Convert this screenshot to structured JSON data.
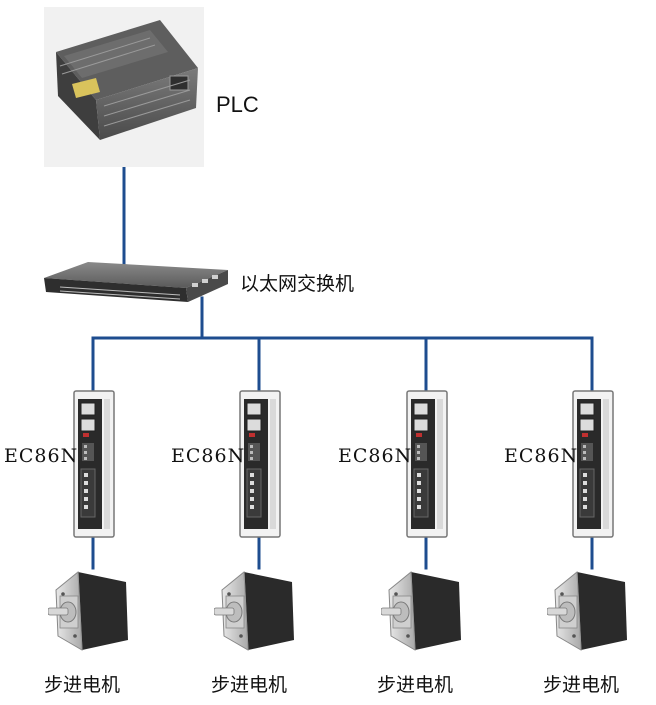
{
  "labels": {
    "plc": "PLC",
    "switch": "以太网交换机",
    "driver": "EC86N",
    "motor": "步进电机"
  },
  "colors": {
    "cable": "#1e4d8f",
    "device_dark": "#3c3c3c",
    "device_mid": "#6b6b6b",
    "device_light": "#cfcfcf"
  },
  "nodes": [
    {
      "id": "plc",
      "label": "PLC",
      "icon": "plc-icon"
    },
    {
      "id": "switch",
      "label": "以太网交换机",
      "icon": "ethernet-switch-icon"
    },
    {
      "id": "driver-1",
      "label": "EC86N",
      "icon": "stepper-driver-icon"
    },
    {
      "id": "driver-2",
      "label": "EC86N",
      "icon": "stepper-driver-icon"
    },
    {
      "id": "driver-3",
      "label": "EC86N",
      "icon": "stepper-driver-icon"
    },
    {
      "id": "driver-4",
      "label": "EC86N",
      "icon": "stepper-driver-icon"
    },
    {
      "id": "motor-1",
      "label": "步进电机",
      "icon": "stepper-motor-icon"
    },
    {
      "id": "motor-2",
      "label": "步进电机",
      "icon": "stepper-motor-icon"
    },
    {
      "id": "motor-3",
      "label": "步进电机",
      "icon": "stepper-motor-icon"
    },
    {
      "id": "motor-4",
      "label": "步进电机",
      "icon": "stepper-motor-icon"
    }
  ],
  "edges": [
    {
      "from": "plc",
      "to": "switch"
    },
    {
      "from": "switch",
      "to": "driver-1"
    },
    {
      "from": "switch",
      "to": "driver-2"
    },
    {
      "from": "switch",
      "to": "driver-3"
    },
    {
      "from": "switch",
      "to": "driver-4"
    },
    {
      "from": "driver-1",
      "to": "motor-1"
    },
    {
      "from": "driver-2",
      "to": "motor-2"
    },
    {
      "from": "driver-3",
      "to": "motor-3"
    },
    {
      "from": "driver-4",
      "to": "motor-4"
    }
  ]
}
